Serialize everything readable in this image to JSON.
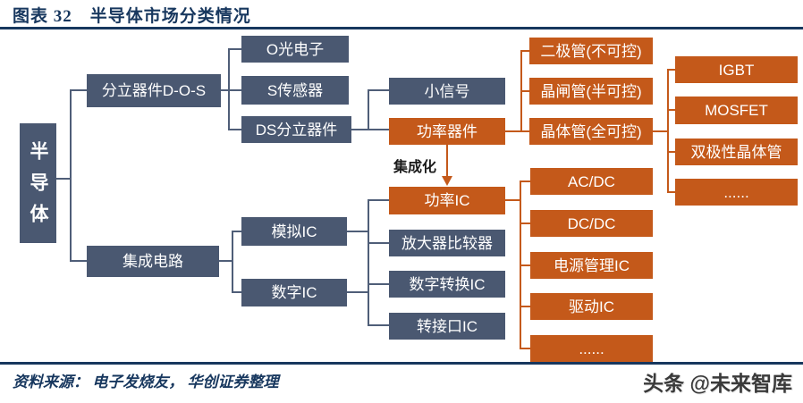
{
  "header": {
    "title": "图表 32　半导体市场分类情况"
  },
  "colors": {
    "navy": "#17375e",
    "slate": "#4a5871",
    "orange": "#c4591a",
    "line": "#4f5e78",
    "ink": "#1a1a1a"
  },
  "nodes": {
    "root": "半导体",
    "discrete": "分立器件D-O-S",
    "ic": "集成电路",
    "opto": "O光电子",
    "sensor": "S传感器",
    "ds": "DS分立器件",
    "small_signal": "小信号",
    "power_device": "功率器件",
    "diode": "二极管(不可控)",
    "thyristor": "晶闸管(半可控)",
    "transistor": "晶体管(全可控)",
    "igbt": "IGBT",
    "mosfet": "MOSFET",
    "bipolar": "双极性晶体管",
    "transistor_more": "......",
    "analog_ic": "模拟IC",
    "digital_ic": "数字IC",
    "power_ic": "功率IC",
    "amp_comparator": "放大器比较器",
    "digital_converter": "数字转换IC",
    "interface_ic": "转接口IC",
    "acdc": "AC/DC",
    "dcdc": "DC/DC",
    "pmic": "电源管理IC",
    "driver_ic": "驱动IC",
    "power_ic_more": "......"
  },
  "labels": {
    "integration": "集成化"
  },
  "footer": {
    "source": "资料来源： 电子发烧友， 华创证券整理",
    "watermark": "头条 @未来智库"
  }
}
